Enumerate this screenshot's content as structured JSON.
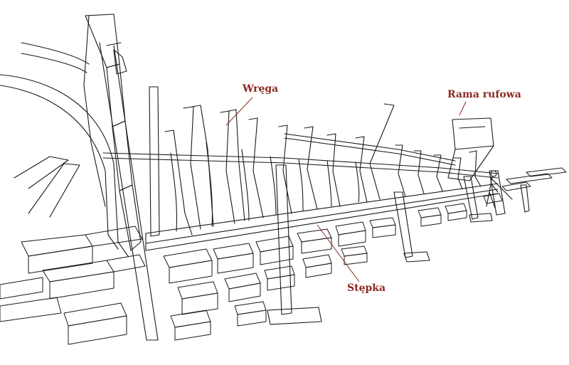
{
  "labels": {
    "frames": "Wręga",
    "stern_frame": "Rama rufowa",
    "keel": "Stępka"
  },
  "colors": {
    "label_text": "#8b2a22",
    "leader_line": "#8b2a22",
    "ink": "#1a1a1a",
    "paper": "#ffffff"
  }
}
